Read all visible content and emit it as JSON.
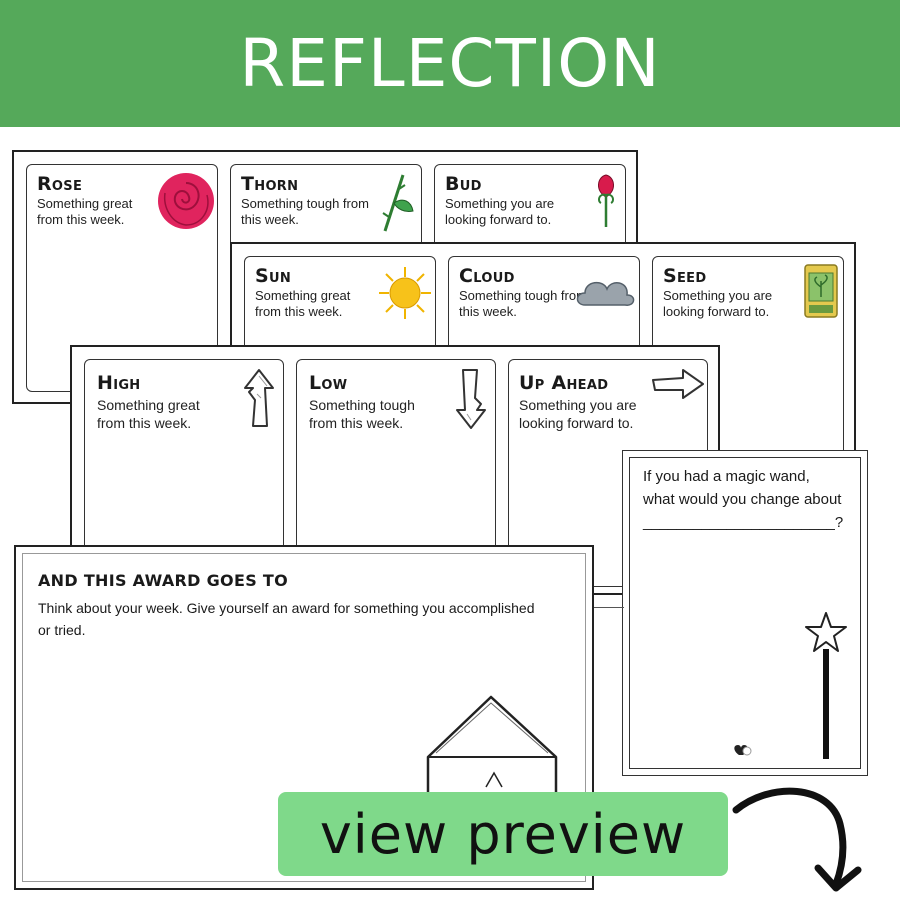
{
  "banner": {
    "title": "REFLECTION"
  },
  "sheet_rose": {
    "cards": [
      {
        "title": "Rose",
        "desc": "Something great from this week.",
        "icon": "rose-icon"
      },
      {
        "title": "Thorn",
        "desc": "Something tough from this week.",
        "icon": "thorn-stem-icon"
      },
      {
        "title": "Bud",
        "desc": "Something you are looking forward to.",
        "icon": "rosebud-icon"
      }
    ]
  },
  "sheet_sun": {
    "cards": [
      {
        "title": "Sun",
        "desc": "Something great from this week.",
        "icon": "sun-icon"
      },
      {
        "title": "Cloud",
        "desc": "Something tough from this week.",
        "icon": "cloud-icon"
      },
      {
        "title": "Seed",
        "desc": "Something you are looking forward to.",
        "icon": "seed-packet-icon"
      }
    ]
  },
  "sheet_high": {
    "cards": [
      {
        "title": "High",
        "desc": "Something great from this week.",
        "icon": "arrow-up-icon"
      },
      {
        "title": "Low",
        "desc": "Something tough from this week.",
        "icon": "arrow-down-icon"
      },
      {
        "title": "Up Ahead",
        "desc": "Something you are looking forward to.",
        "icon": "arrow-right-icon"
      }
    ]
  },
  "award": {
    "title": "AND THIS AWARD GOES TO",
    "desc": "Think about your week. Give yourself an award for something you accomplished or tried."
  },
  "wand_card": {
    "text": "If you had a magic wand, what would you change about _______________________?"
  },
  "preview": {
    "label": "view preview"
  },
  "colors": {
    "banner": "#55a95a",
    "preview_button": "#7fd98a",
    "rose": "#e0245e",
    "sun": "#f7c21a"
  }
}
